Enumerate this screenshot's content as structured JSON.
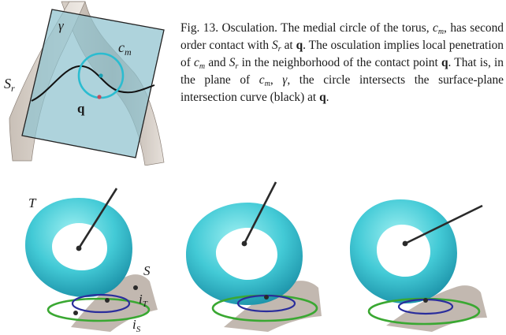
{
  "top_labels": {
    "surface": "S",
    "surface_sub": "r",
    "plane": "γ",
    "circle": "c",
    "circle_sub": "m",
    "point": "q"
  },
  "caption": {
    "fig_label": "Fig. 13. Osculation.",
    "t1": " The medial circle of the torus, ",
    "cm_c": "c",
    "cm_sub": "m",
    "t2": ", has second order contact with ",
    "sr_s": "S",
    "sr_sub": "r",
    "t3": " at ",
    "q1": "q",
    "t4": ". The osculation implies local penetration of ",
    "cm2_c": "c",
    "cm2_sub": "m",
    "t5": " and ",
    "sr2_s": "S",
    "sr2_sub": "r",
    "t6": " in the neighborhood of the contact point ",
    "q2": "q",
    "t7": ". That is, in the plane of ",
    "cm3_c": "c",
    "cm3_sub": "m",
    "t8": ", ",
    "gamma": "γ",
    "t9": ", the circle intersects the surface-plane intersection curve (black) at ",
    "q3": "q",
    "t10": "."
  },
  "bottom_labels": {
    "torus": "T",
    "surface": "S",
    "it": "i",
    "it_sub": "T",
    "is": "i",
    "is_sub": "S"
  },
  "colors": {
    "torus": "#4fd6dc",
    "torus_dark": "#1ea3b4",
    "surface": "#b7aba2",
    "plane": "#8fc2cf",
    "circle_cm": "#2bbcd0",
    "green_ring": "#3aa832",
    "blue_ring": "#2a2d9c",
    "axis": "#2a2a2a"
  }
}
